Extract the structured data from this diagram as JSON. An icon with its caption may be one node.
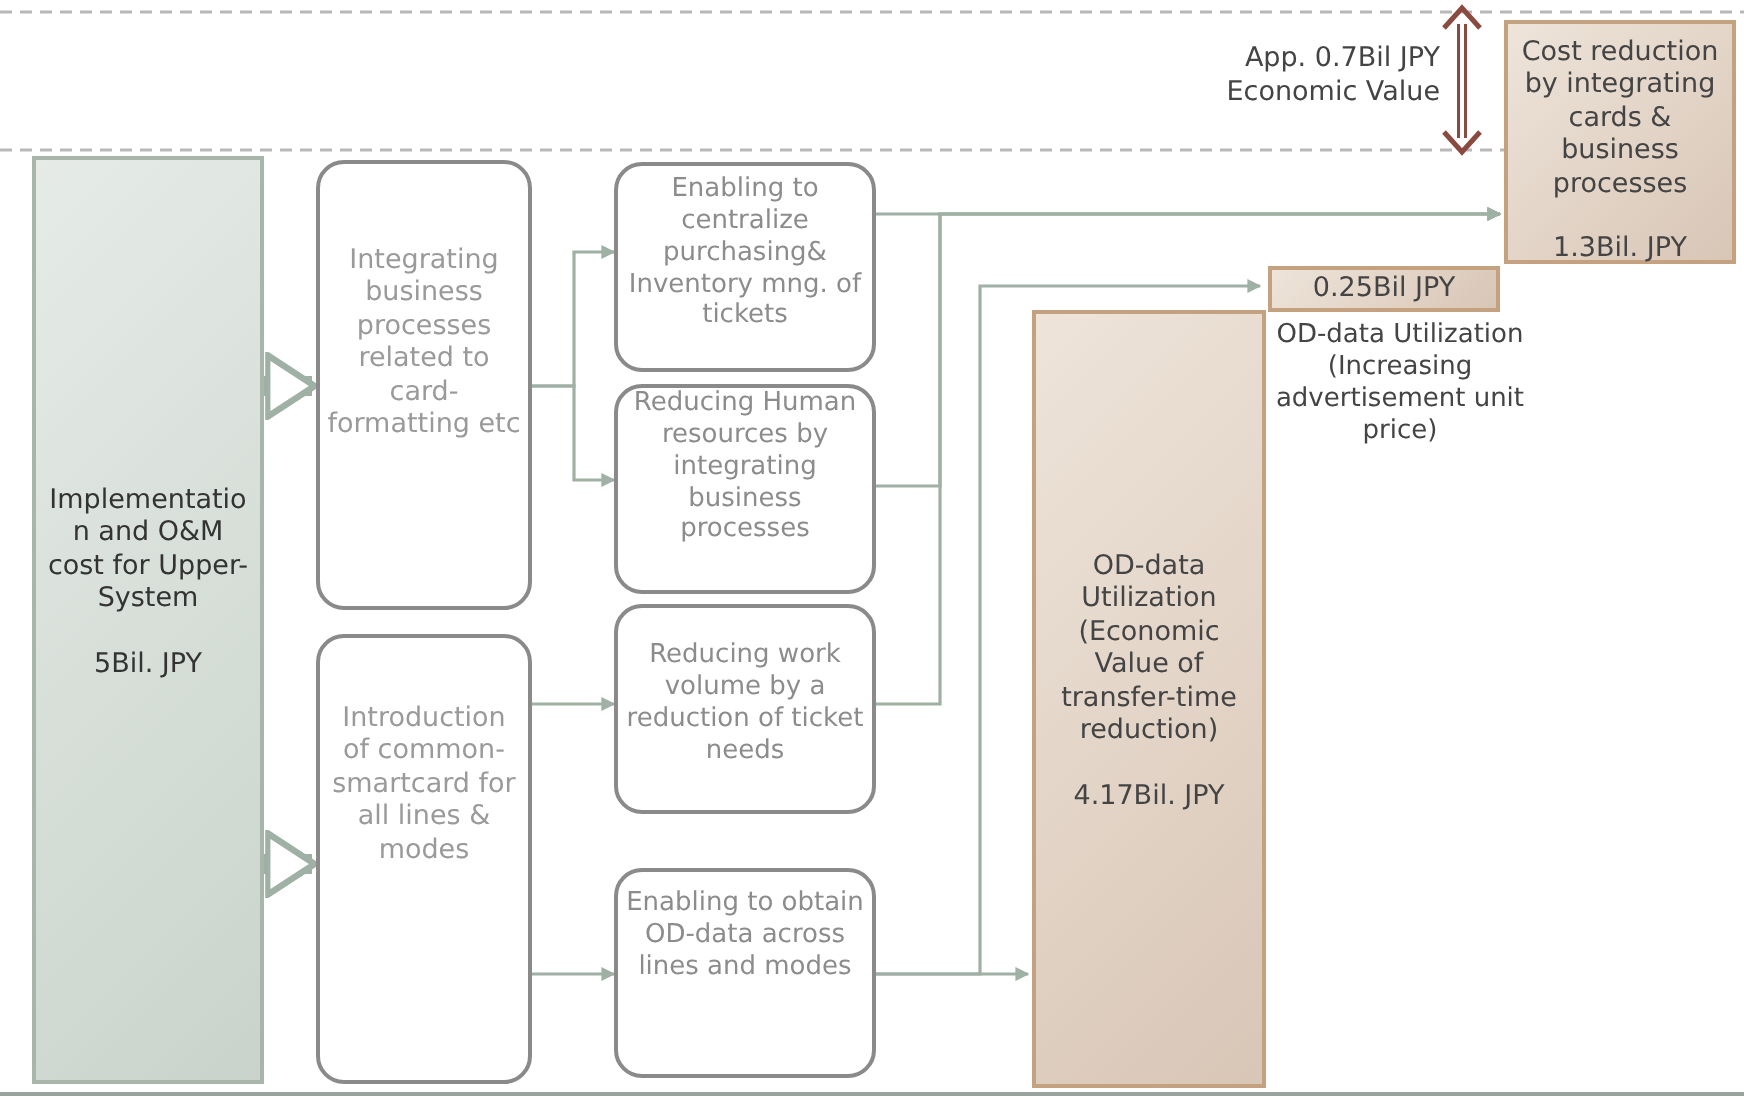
{
  "diagram": {
    "nodes": [
      {
        "text": [
          "Implementation and O&M cost for Upper-System",
          "5Bil. JPY"
        ]
      },
      {
        "text": [
          "Integrating business processes related to card-formatting etc"
        ]
      },
      {
        "text": [
          "Introduction of common-smartcard for all lines & modes"
        ]
      },
      {
        "text": [
          "Enabling to centralize purchasing& Inventory mng. of tickets"
        ]
      },
      {
        "text": [
          "Reducing Human resources by integrating business processes"
        ]
      },
      {
        "text": [
          "Reducing work volume by a reduction of ticket needs"
        ]
      },
      {
        "text": [
          "Enabling to obtain OD-data across lines and modes"
        ]
      },
      {
        "text": [
          "OD-data Utilization (Economic Value of transfer-time reduction)",
          "4.17Bil. JPY"
        ]
      },
      {
        "text": [
          "0.25Bil JPY"
        ],
        "beside": [
          "OD-data Utilization (Increasing advertisement unit price)"
        ]
      },
      {
        "text": [
          "Cost reduction by integrating cards & business processes",
          "1.3Bil. JPY"
        ]
      }
    ],
    "edges": [
      {
        "from": 0,
        "to": 1,
        "arrow": "to",
        "style": "thick"
      },
      {
        "from": 0,
        "to": 2,
        "arrow": "to",
        "style": "thick"
      },
      {
        "from": 1,
        "to": 3,
        "arrow": "to"
      },
      {
        "from": 1,
        "to": 4,
        "arrow": "to"
      },
      {
        "from": 2,
        "to": 5,
        "arrow": "to"
      },
      {
        "from": 2,
        "to": 6,
        "arrow": "to"
      },
      {
        "from": 3,
        "to": 9,
        "arrow": "to"
      },
      {
        "from": 4,
        "to": 9,
        "arrow": "to"
      },
      {
        "from": 5,
        "to": 9,
        "arrow": "to"
      },
      {
        "from": 6,
        "to": 7,
        "arrow": "to"
      },
      {
        "from": 6,
        "to": 8,
        "arrow": "to"
      }
    ],
    "labels": [
      "App. 0.7Bil JPY Economic Value"
    ]
  }
}
